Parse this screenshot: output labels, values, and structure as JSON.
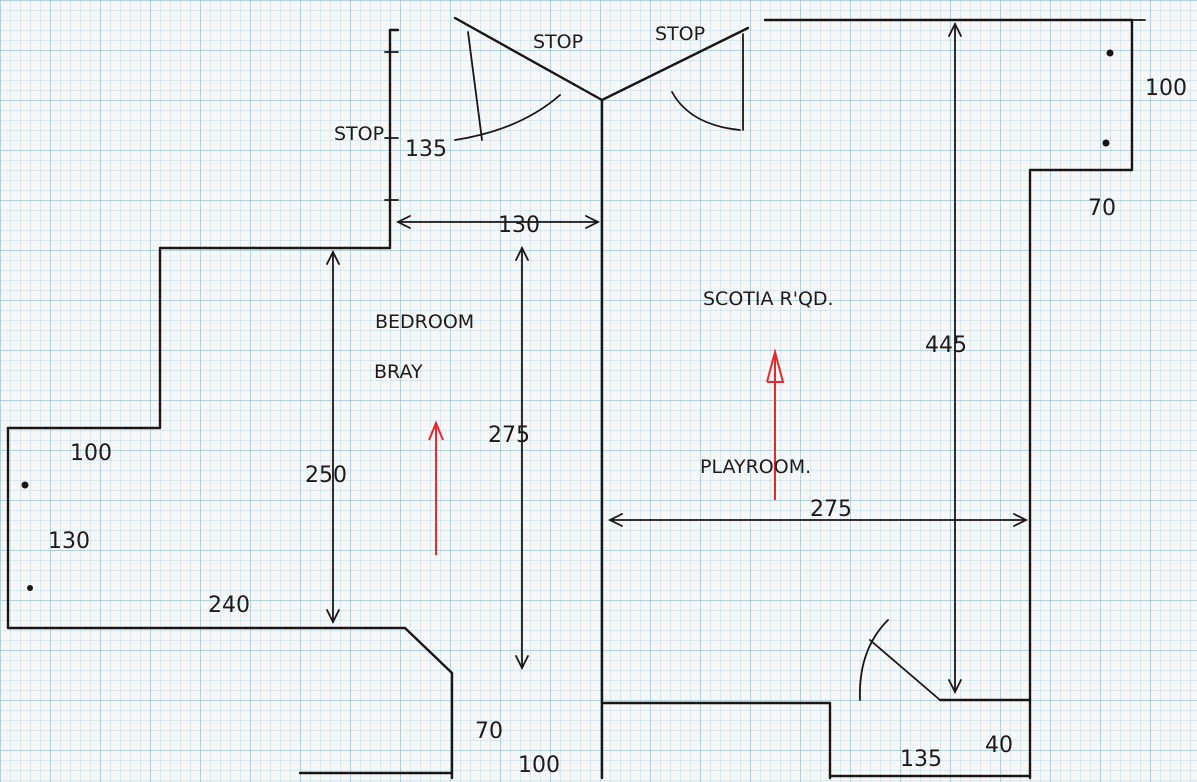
{
  "labels": {
    "stop_left_top": "STOP",
    "stop_right_top": "STOP",
    "stop_left_side": "STOP",
    "bedroom_line1": "BEDROOM",
    "bedroom_line2": "BRAY",
    "room_label": "SCOTIA R'QD.",
    "playroom": "PLAYROOM."
  },
  "dimensions": {
    "d135_top": "135",
    "d130_top": "130",
    "d100_right": "100",
    "d70_right": "70",
    "d445": "445",
    "d275_mid": "275",
    "d250": "250",
    "d100_left": "100",
    "d130_left": "130",
    "d240": "240",
    "d275_horiz": "275",
    "d70_bottom": "70",
    "d100_bottom": "100",
    "d135_bottom": "135",
    "d40_bottom": "40"
  },
  "colors": {
    "ink": "#1a1614",
    "arrow": "#e8282a"
  }
}
